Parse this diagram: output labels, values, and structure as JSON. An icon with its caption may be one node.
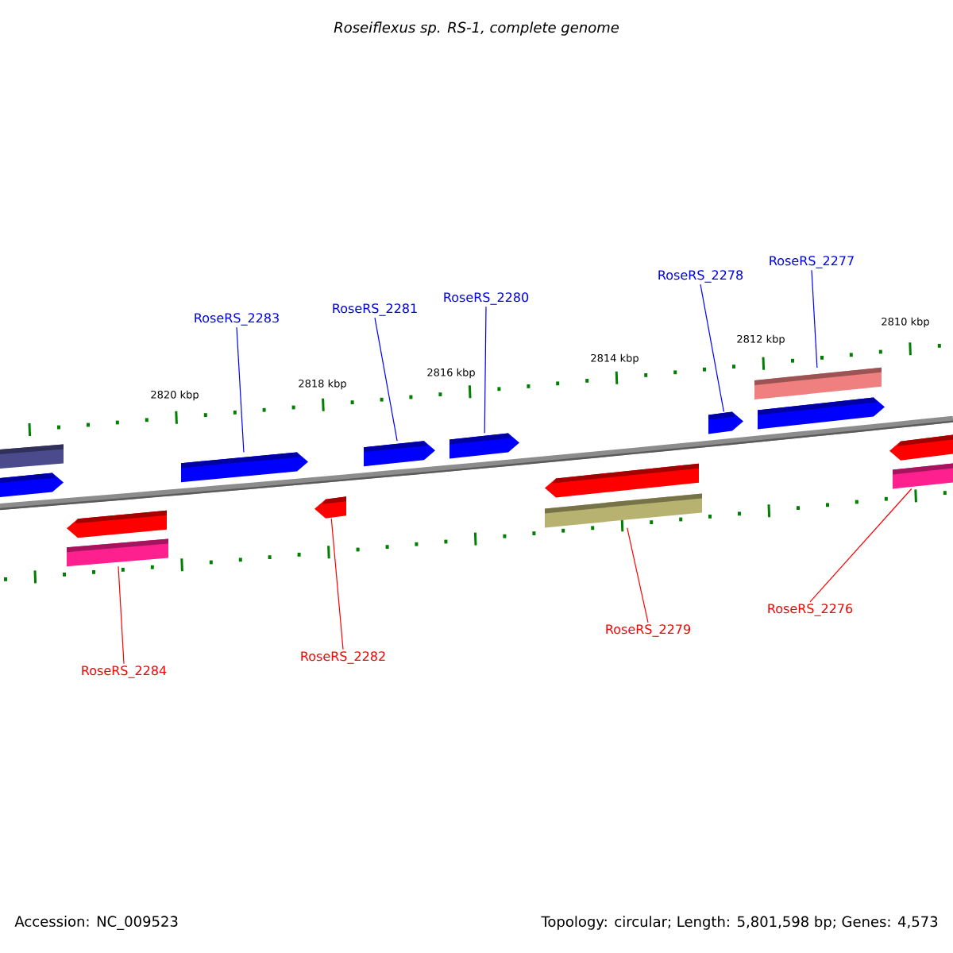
{
  "diagram": {
    "title": "Roseiflexus sp. RS-1, complete genome",
    "nodes": [
      {
        "text": [
          "RoseRS_2283"
        ]
      },
      {
        "text": [
          "RoseRS_2281"
        ]
      },
      {
        "text": [
          "RoseRS_2280"
        ]
      },
      {
        "text": [
          "RoseRS_2278"
        ]
      },
      {
        "text": [
          "RoseRS_2277"
        ]
      },
      {
        "text": [
          "RoseRS_2284"
        ]
      },
      {
        "text": [
          "RoseRS_2282"
        ]
      },
      {
        "text": [
          "RoseRS_2279"
        ]
      },
      {
        "text": [
          "RoseRS_2276"
        ]
      },
      {
        "text": [],
        "shape": "bar"
      },
      {
        "text": [],
        "shape": "pentagon"
      },
      {
        "text": [],
        "shape": "pentagon"
      },
      {
        "text": [],
        "shape": "bar"
      },
      {
        "text": [],
        "shape": "pentagon"
      },
      {
        "text": [],
        "shape": "pentagon"
      },
      {
        "text": [],
        "shape": "pentagon"
      },
      {
        "text": [],
        "shape": "pentagon"
      },
      {
        "text": [],
        "shape": "pentagon"
      },
      {
        "text": [],
        "shape": "bar"
      },
      {
        "text": [],
        "shape": "pentagon"
      },
      {
        "text": [],
        "shape": "bar"
      },
      {
        "text": [],
        "shape": "pentagon"
      },
      {
        "text": [],
        "shape": "pentagon"
      },
      {
        "text": [],
        "shape": "bar"
      }
    ],
    "edges": [
      {
        "from": 0,
        "to": 13,
        "arrow": "none"
      },
      {
        "from": 1,
        "to": 15,
        "arrow": "none"
      },
      {
        "from": 2,
        "to": 16,
        "arrow": "none"
      },
      {
        "from": 3,
        "to": 19,
        "arrow": "none"
      },
      {
        "from": 4,
        "to": 20,
        "arrow": "none"
      },
      {
        "from": 5,
        "to": 12,
        "arrow": "none",
        "color": "#ff0000"
      },
      {
        "from": 6,
        "to": 14,
        "arrow": "none",
        "color": "#ff0000"
      },
      {
        "from": 7,
        "to": 18,
        "arrow": "none",
        "color": "#ff0000"
      },
      {
        "from": 8,
        "to": 23,
        "arrow": "none",
        "color": "#ff0000"
      }
    ],
    "labels": [
      "2820 kbp",
      "2818 kbp",
      "2816 kbp",
      "2814 kbp",
      "2812 kbp",
      "2810 kbp",
      "Accession: NC_009523",
      "Topology: circular; Length: 5,801,598 bp; Genes: 4,573"
    ]
  }
}
